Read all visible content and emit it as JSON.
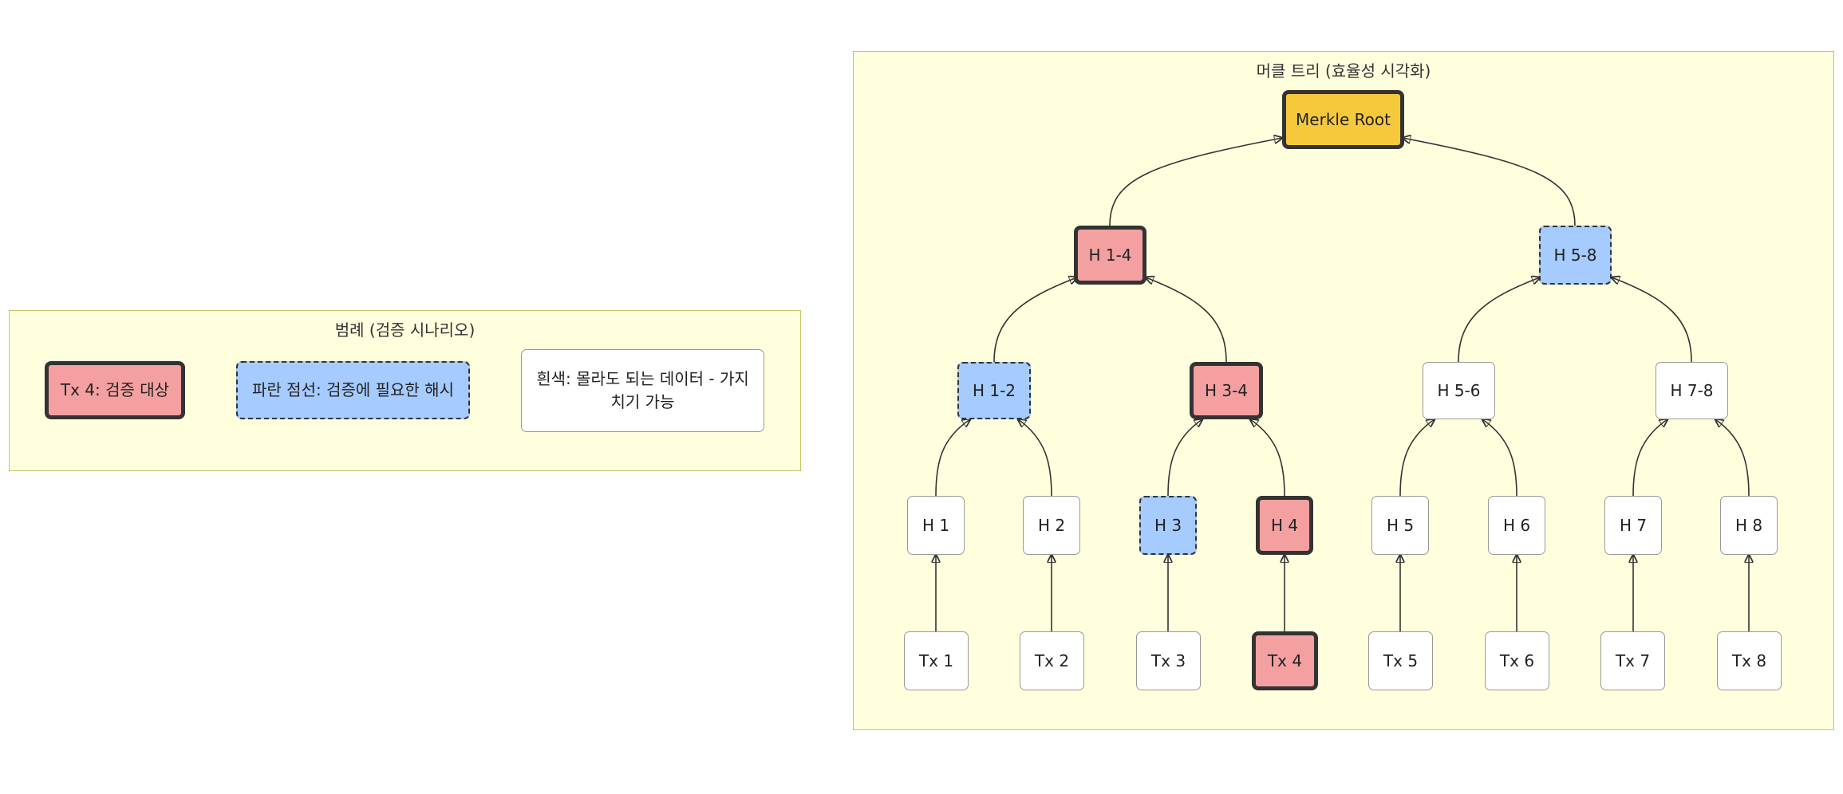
{
  "legend": {
    "title": "범례 (검증 시나리오)",
    "items": {
      "target": "Tx 4: 검증 대상",
      "proof": "파란 점선: 검증에 필요한 해시",
      "prunable": "흰색: 몰라도 되는 데이터 - 가지치기 가능"
    }
  },
  "tree": {
    "title": "머클 트리 (효율성 시각화)",
    "root": "Merkle Root",
    "h14": "H 1-4",
    "h58": "H 5-8",
    "h12": "H 1-2",
    "h34": "H 3-4",
    "h56": "H 5-6",
    "h78": "H 7-8",
    "h1": "H 1",
    "h2": "H 2",
    "h3": "H 3",
    "h4": "H 4",
    "h5": "H 5",
    "h6": "H 6",
    "h7": "H 7",
    "h8": "H 8",
    "tx1": "Tx 1",
    "tx2": "Tx 2",
    "tx3": "Tx 3",
    "tx4": "Tx 4",
    "tx5": "Tx 5",
    "tx6": "Tx 6",
    "tx7": "Tx 7",
    "tx8": "Tx 8"
  },
  "colors": {
    "target_fill": "#f4a0a0",
    "proof_fill": "#a5cbff",
    "root_fill": "#f6c93d",
    "plain_fill": "#ffffff",
    "cluster_fill": "#ffffde",
    "cluster_border": "#c4c46a"
  }
}
